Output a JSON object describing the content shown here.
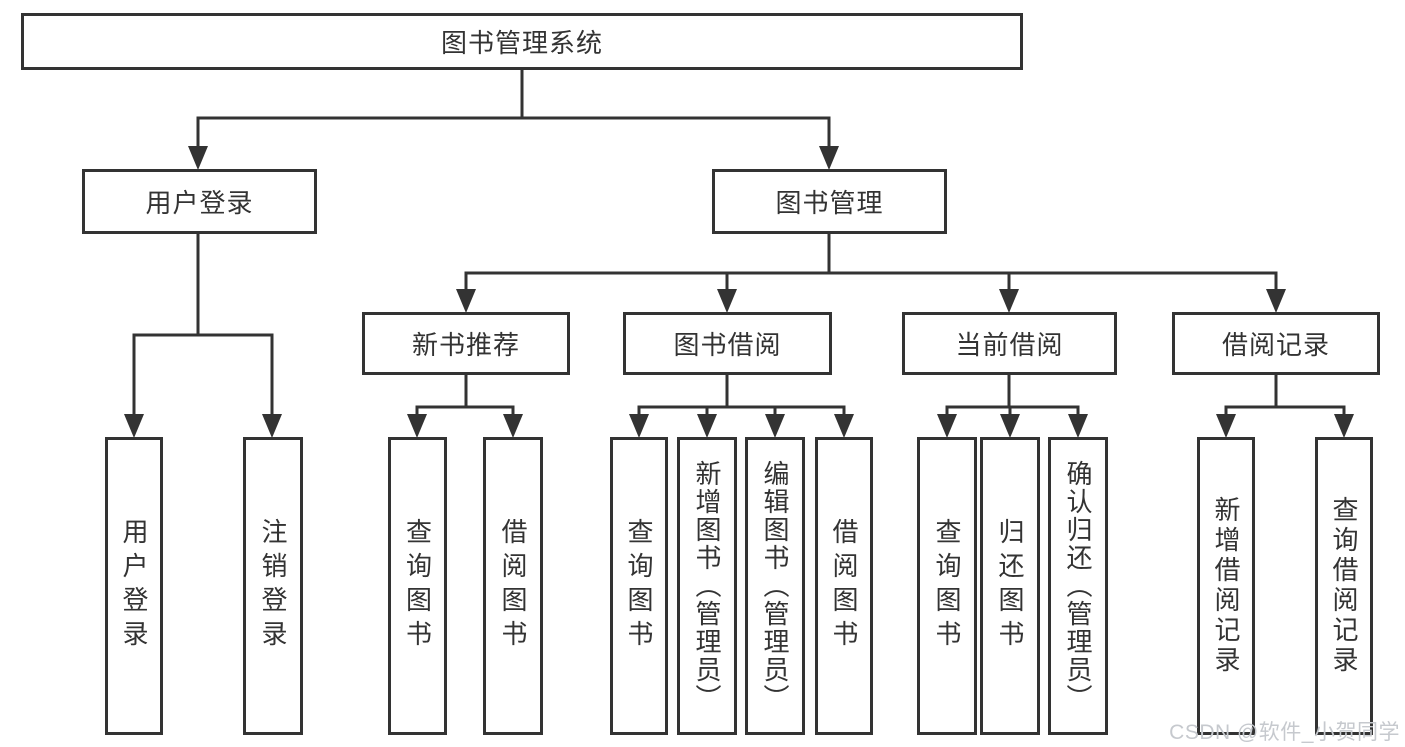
{
  "diagram": {
    "root": "图书管理系统",
    "level2": {
      "user_login": "用户登录",
      "book_mgmt": "图书管理"
    },
    "level3": {
      "new_book_rec": "新书推荐",
      "book_borrow": "图书借阅",
      "current_borrow": "当前借阅",
      "borrow_record": "借阅记录"
    },
    "leaves": {
      "user_login": "用户登录",
      "logout": "注销登录",
      "rec_query_book": "查询图书",
      "rec_borrow_book": "借阅图书",
      "bor_query_book": "查询图书",
      "bor_add_book": "新增图书（管理员）",
      "bor_edit_book": "编辑图书（管理员）",
      "bor_borrow_book": "借阅图书",
      "cur_query_book": "查询图书",
      "cur_return_book": "归还图书",
      "cur_confirm_return": "确认归还（管理员）",
      "hist_add_record": "新增借阅记录",
      "hist_query_record": "查询借阅记录"
    }
  },
  "watermark": "CSDN @软件_小贺同学",
  "colors": {
    "line": "#333333",
    "text": "#333333",
    "background": "#ffffff",
    "watermark": "#c6c9ce"
  }
}
